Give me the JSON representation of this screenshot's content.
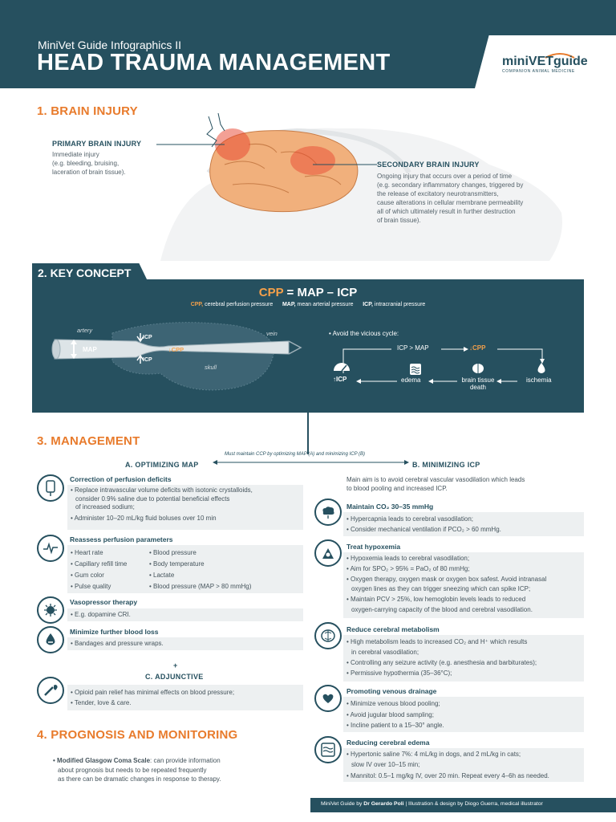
{
  "header": {
    "subtitle": "MiniVet Guide Infographics II",
    "title": "HEAD TRAUMA MANAGEMENT",
    "logo_text": "miniVETguide",
    "logo_sub": "COMPANION ANIMAL MEDICINE"
  },
  "brain_injury": {
    "title": "1. BRAIN INJURY",
    "primary_head": "PRIMARY BRAIN INJURY",
    "primary_lines": [
      "Immediate injury",
      "(e.g. bleeding, bruising,",
      "laceration of brain tissue)."
    ],
    "secondary_head": "SECONDARY BRAIN INJURY",
    "secondary_lines": [
      "Ongoing injury that occurs over a period of time",
      "(e.g. secondary inflammatory changes, triggered by",
      "the release of excitatory neurotransmitters,",
      "cause alterations in cellular membrane permeability",
      "all of which ultimately result in further destruction",
      "of brain tissue)."
    ]
  },
  "key_concept": {
    "title": "2. KEY CONCEPT",
    "eq_cpp": "CPP",
    "eq_rest": " = MAP – ICP",
    "legend_cpp": "CPP,",
    "legend_cpp_text": " cerebral perfusion pressure",
    "legend_map": "MAP,",
    "legend_map_text": " mean arterial pressure",
    "legend_icp": "ICP,",
    "legend_icp_text": " intracranial pressure",
    "artery": "artery",
    "vein": "vein",
    "skull": "skull",
    "map_label": "MAP",
    "icp_top": "ICP",
    "icp_bottom": "ICP",
    "cpp_label": "↓CPP",
    "cycle_intro": "• Avoid the vicious cycle:",
    "cycle_icp_map": "ICP > MAP",
    "cycle_cpp": "CPP",
    "cycle_icp": "ICP",
    "cycle_edema": "edema",
    "cycle_brain": "brain tissue",
    "cycle_death": "death",
    "cycle_ischemia": "ischemia"
  },
  "management": {
    "title": "3. MANAGEMENT",
    "note": "Must maintain CCP by optimizing MAP (A) and minimizing ICP (B)",
    "col_a": "A. OPTIMIZING MAP",
    "col_b": "B. MINIMIZING ICP",
    "a_items": [
      {
        "head": "Correction of perfusion deficits",
        "lines": [
          "• Replace intravascular volume deficits with isotonic crystalloids,",
          "consider 0.9% saline due to potential beneficial effects",
          "of increased sodium;",
          "• Administer 10–20 mL/kg fluid boluses over 10 min"
        ]
      },
      {
        "head": "Reassess perfusion parameters",
        "left": [
          "• Heart rate",
          "• Capillary refill time",
          "• Gum color",
          "• Pulse quality"
        ],
        "right": [
          "• Blood pressure",
          "• Body temperature",
          "• Lactate",
          "• Blood pressure (MAP > 80 mmHg)"
        ]
      },
      {
        "head": "Vasopressor therapy",
        "lines": [
          "• E.g. dopamine CRI."
        ]
      },
      {
        "head": "Minimize further blood loss",
        "lines": [
          "• Bandages and pressure wraps."
        ]
      }
    ],
    "plus": "+",
    "adjunctive": "C. ADJUNCTIVE",
    "adjunctive_lines": [
      "• Opioid pain relief has minimal effects on blood pressure;",
      "• Tender, love & care."
    ],
    "b_intro": [
      "Main aim is to avoid cerebral vascular vasodilation which leads",
      "to blood pooling and increased ICP."
    ],
    "b_items": [
      {
        "head": "Maintain CO₂ 30–35 mmHg",
        "lines": [
          "• Hypercapnia leads to cerebral vasodilation;",
          "• Consider mechanical ventilation if PCO₂ > 60 mmHg."
        ]
      },
      {
        "head": "Treat hypoxemia",
        "lines": [
          "• Hypoxemia leads to cerebral vasodilation;",
          "• Aim for SPO₂ > 95% = PaO₂ of 80 mmHg;",
          "• Oxygen therapy, oxygen mask or oxygen box safest. Avoid intranasal",
          "  oxygen lines as they can trigger sneezing which can spike ICP;",
          "• Maintain PCV > 25%, low hemoglobin levels leads to reduced",
          "  oxygen-carrying capacity of the blood and cerebral vasodilation."
        ]
      },
      {
        "head": "Reduce cerebral metabolism",
        "lines": [
          "• High metabolism leads to increased CO₂ and H⁺ which results",
          "  in cerebral vasodilation;",
          "• Controlling any seizure activity (e.g. anesthesia and barbiturates);",
          "• Permissive hypothermia (35–36°C);"
        ]
      },
      {
        "head": "Promoting venous drainage",
        "lines": [
          "• Minimize venous blood pooling;",
          "• Avoid jugular blood sampling;",
          "• Incline patient to a 15–30° angle."
        ]
      },
      {
        "head": "Reducing cerebral edema",
        "lines": [
          "• Hypertonic saline 7%: 4 mL/kg in dogs, and 2 mL/kg in cats;",
          "  slow IV over 10–15 min;",
          "• Mannitol: 0.5–1 mg/kg IV, over 20 min. Repeat every 4–6h as needed."
        ]
      }
    ]
  },
  "prognosis": {
    "title": "4. PROGNOSIS AND MONITORING",
    "bold": "• Modified Glasgow Coma Scale",
    "rest1": ": can provide information",
    "line2": "about prognosis but needs to be repeated frequently",
    "line3": "as there can be dramatic changes in response to therapy."
  },
  "footer": {
    "text1": "MiniVet Guide by ",
    "author": "Dr Gerardo Poli",
    "text2": " | Illustration & design by Diogo Guerra, medical illustrator"
  },
  "colors": {
    "primary": "#26505f",
    "accent": "#e87b2c",
    "box": "#edf0f1"
  }
}
